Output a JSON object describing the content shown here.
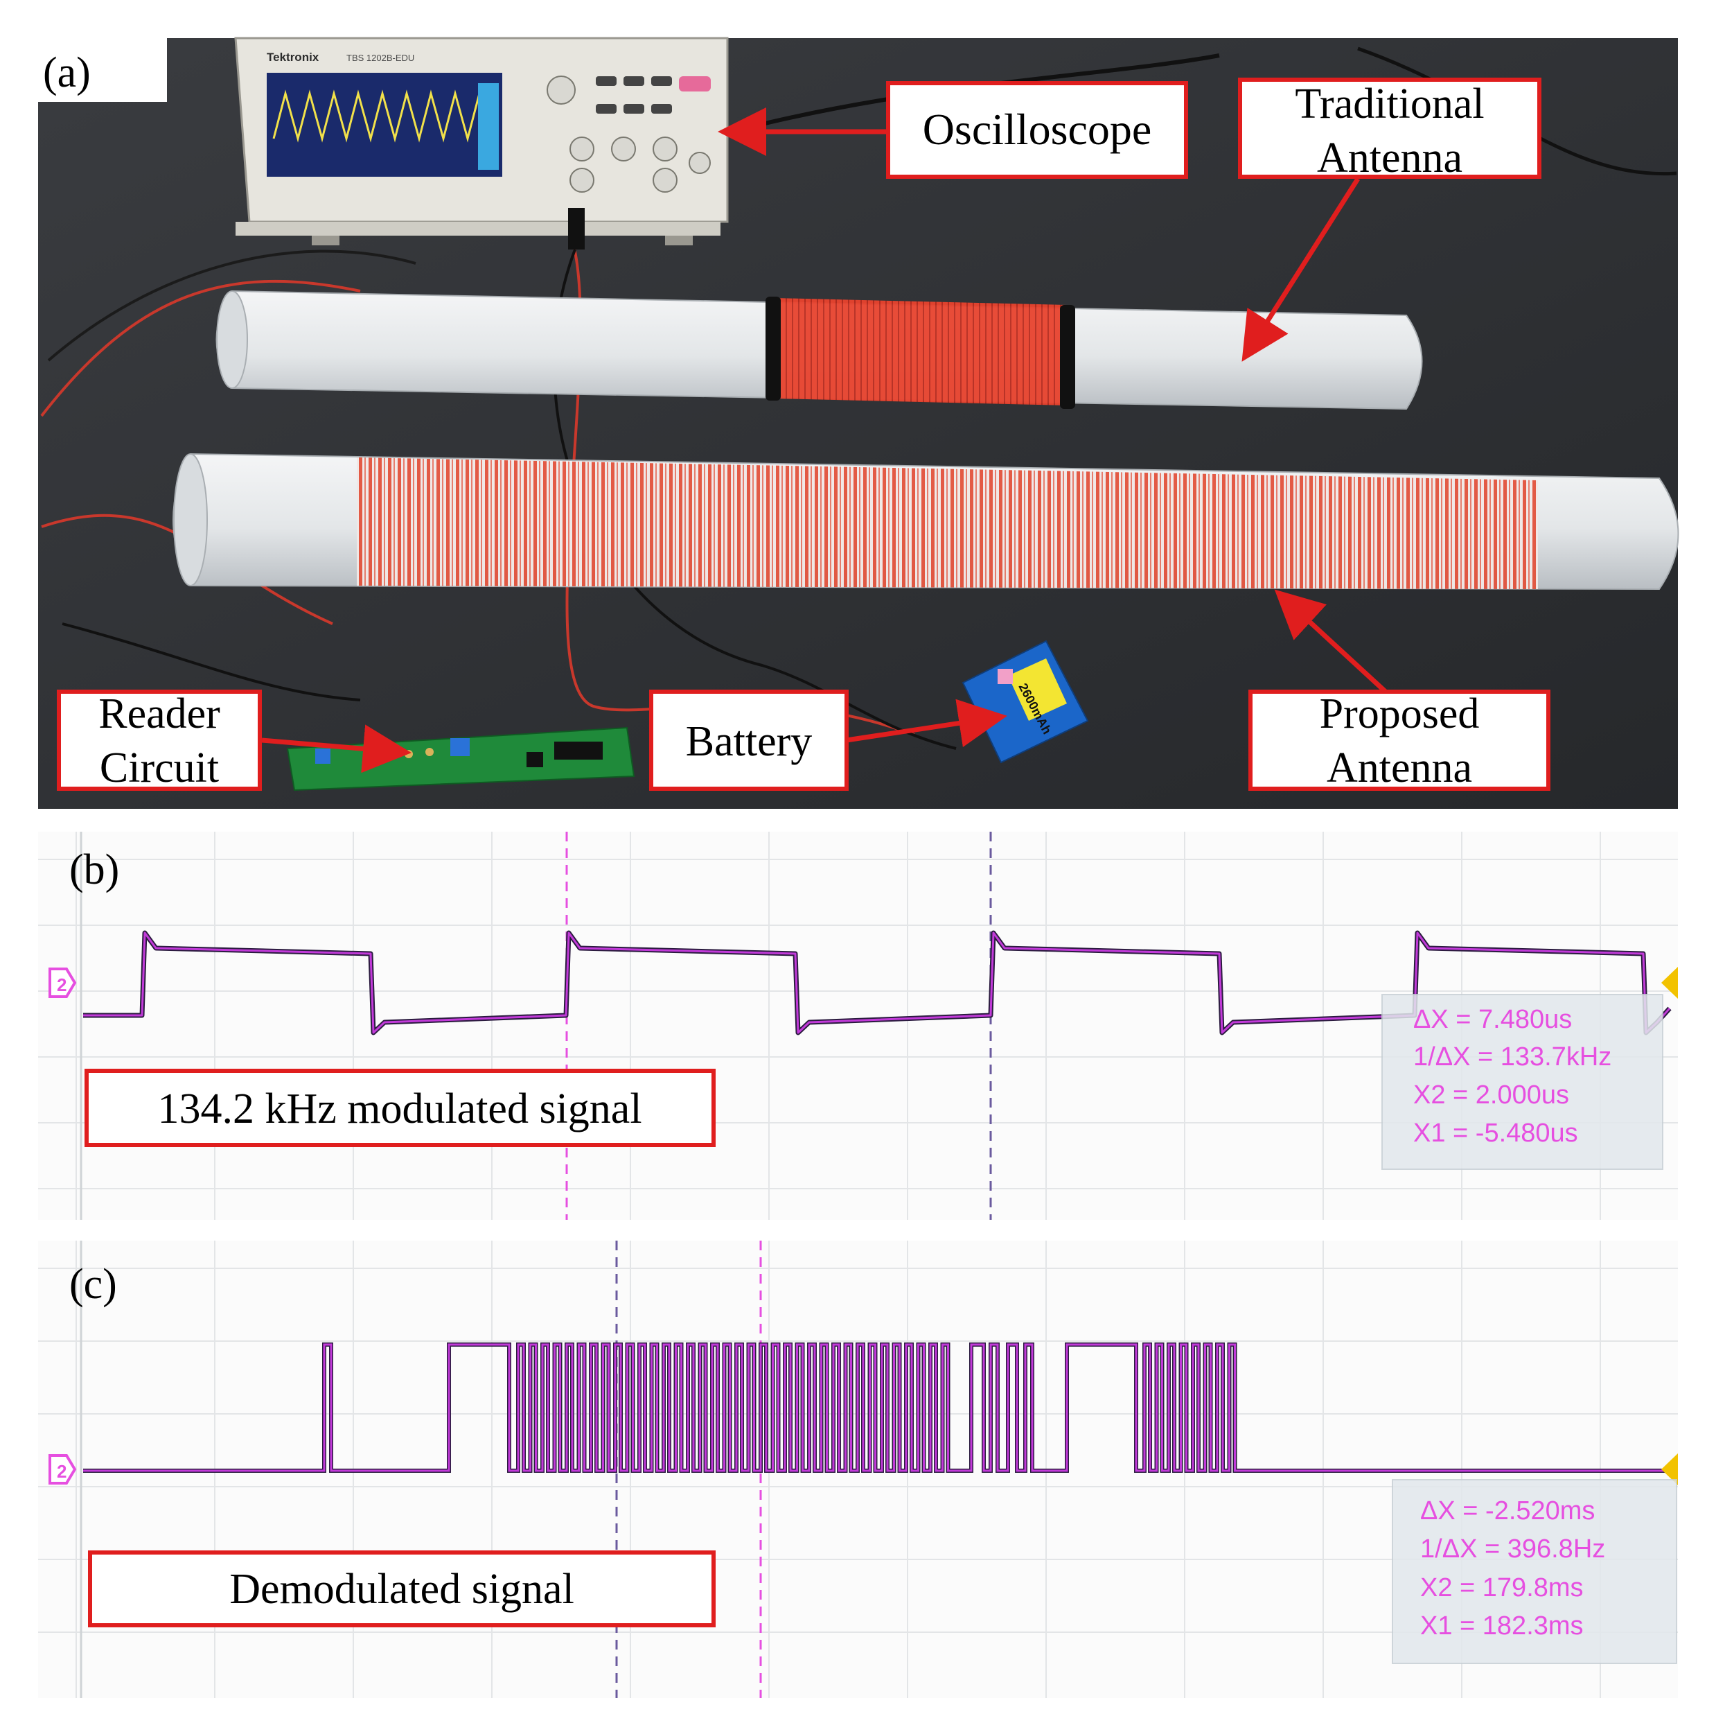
{
  "panel_a": {
    "panel_label": "(a)",
    "callouts": {
      "oscilloscope": "Oscilloscope",
      "traditional_antenna": [
        "Traditional",
        "Antenna"
      ],
      "proposed_antenna": [
        "Proposed",
        "Antenna"
      ],
      "reader_circuit": [
        "Reader",
        "Circuit"
      ],
      "battery": "Battery"
    },
    "device_text": {
      "scope_brand": "Tektronix",
      "scope_model": "TBS 1202B-EDU",
      "battery_label": "2600mAh"
    },
    "colors": {
      "callout_border": "#e01e1e",
      "arrow": "#e01e1e",
      "background_mat": "#2e3033",
      "coil_red": "#e8432e",
      "pipe": "#e6e8ea",
      "pcb": "#1f8a3a",
      "battery": "#1b66c9"
    }
  },
  "panel_b": {
    "panel_label": "(b)",
    "caption": "134.2 kHz modulated signal",
    "channel_marker": "2",
    "trace": {
      "type": "square_wave",
      "cycles_visible": 3.7,
      "duty": 0.5
    },
    "readout": {
      "delta_x": "ΔX = 7.480us",
      "inv_delta_x": "1/ΔX = 133.7kHz",
      "x2": "X2 = 2.000us",
      "x1": "X1 = -5.480us"
    },
    "colors": {
      "trace": "#c23ad9",
      "trace_dark": "#2b1b3f",
      "cursor_pink": "#e64fe0",
      "cursor_purple": "#6a5a9e",
      "readout_text": "#e64fe0"
    }
  },
  "panel_c": {
    "panel_label": "(c)",
    "caption": "Demodulated signal",
    "channel_marker": "2",
    "trace": {
      "type": "digital_pulse_train",
      "pattern": "1 narrow spike, 1 wide high block, dense burst, short pulses, wide high block, short burst, then low"
    },
    "readout": {
      "delta_x": "ΔX = -2.520ms",
      "inv_delta_x": "1/ΔX = 396.8Hz",
      "x2": "X2 = 179.8ms",
      "x1": "X1 = 182.3ms"
    },
    "colors": {
      "trace": "#c23ad9",
      "trace_dark": "#2b1b3f",
      "cursor_pink": "#e64fe0",
      "cursor_purple": "#6a5a9e",
      "readout_text": "#e64fe0"
    }
  }
}
